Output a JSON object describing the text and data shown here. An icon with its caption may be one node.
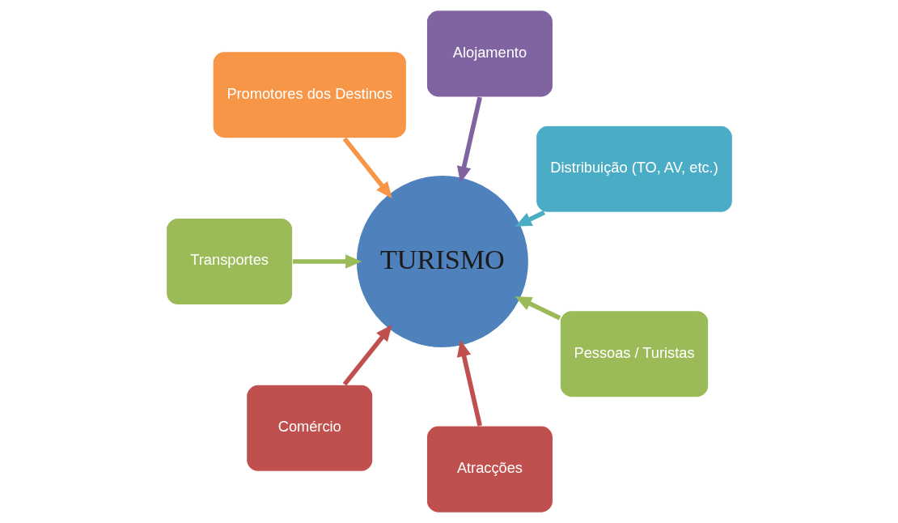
{
  "diagram": {
    "nodes": [
      {
        "text": [
          "Distribuição (TO, AV, etc.)"
        ]
      },
      {
        "text": [
          "Alojamento"
        ]
      },
      {
        "text": [
          "Promotores dos Destinos"
        ]
      },
      {
        "text": [
          "Transportes"
        ]
      },
      {
        "text": [
          "Comércio"
        ]
      },
      {
        "text": [
          "Atracções"
        ]
      },
      {
        "text": [
          "TURISMO"
        ]
      },
      {
        "text": [
          "Pessoas / Turistas"
        ]
      }
    ],
    "edges": [
      {
        "from": 0,
        "to": 6,
        "arrow": "to",
        "color": "#4bacc6"
      },
      {
        "from": 1,
        "to": 6,
        "arrow": "to",
        "color": "#8064a2"
      },
      {
        "from": 2,
        "to": 6,
        "arrow": "to",
        "color": "#f79646"
      },
      {
        "from": 3,
        "to": 6,
        "arrow": "to",
        "color": "#9bbb59"
      },
      {
        "from": 4,
        "to": 6,
        "arrow": "to",
        "color": "#c0504d"
      },
      {
        "from": 5,
        "to": 6,
        "arrow": "to",
        "color": "#c0504d"
      },
      {
        "from": 7,
        "to": 6,
        "arrow": "to",
        "color": "#9bbb59"
      }
    ]
  }
}
